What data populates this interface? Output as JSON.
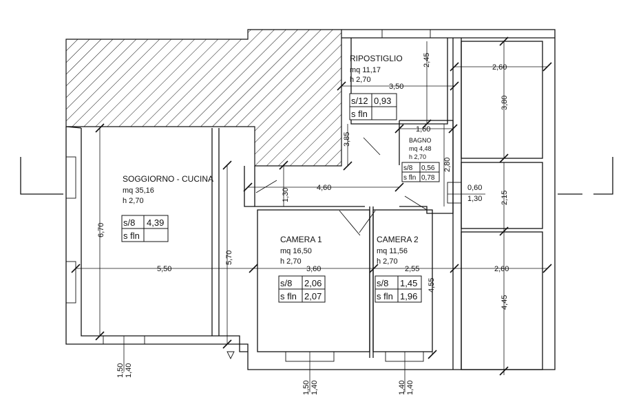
{
  "rooms": {
    "ripostiglio": {
      "name": "RIPOSTIGLIO",
      "area": "mq 11,17",
      "height": "h 2,70",
      "table": {
        "r1_label": "s/12",
        "r1_value": "0,93",
        "r2_label": "s fln",
        "r2_value": ""
      }
    },
    "bagno": {
      "name": "BAGNO",
      "area": "mq 4,48",
      "height": "h 2,70",
      "table": {
        "r1_label": "s/8",
        "r1_value": "0,56",
        "r2_label": "s fln",
        "r2_value": "0,78"
      }
    },
    "soggiorno": {
      "name": "SOGGIORNO - CUCINA",
      "area": "mq 35,16",
      "height": "h 2,70",
      "table": {
        "r1_label": "s/8",
        "r1_value": "4,39",
        "r2_label": "s fln",
        "r2_value": ""
      }
    },
    "camera1": {
      "name": "CAMERA 1",
      "area": "mq 16,50",
      "height": "h 2,70",
      "table": {
        "r1_label": "s/8",
        "r1_value": "2,06",
        "r2_label": "s fln",
        "r2_value": "2,07"
      }
    },
    "camera2": {
      "name": "CAMERA 2",
      "area": "mq 11,56",
      "height": "h 2,70",
      "table": {
        "r1_label": "s/8",
        "r1_value": "1,45",
        "r2_label": "s fln",
        "r2_value": "1,96"
      }
    }
  },
  "dimensions": {
    "rip_height": "2,45",
    "rip_width": "3,50",
    "rip_3_85": "3,85",
    "bagno_width": "1,60",
    "bagno_height": "2,80",
    "corridor": "4,60",
    "corridor_1_30": "1,30",
    "soggiorno_width": "5,50",
    "soggiorno_6_70": "6,70",
    "soggiorno_5_70": "5,70",
    "camera1_width": "3,60",
    "camera2_width": "2,55",
    "camera2_height": "4,55",
    "win_0_60": "0,60",
    "win_1_30": "1,30",
    "right_top_width": "2,60",
    "right_top_height": "3,80",
    "right_mid_height": "2,15",
    "right_bot_width": "2,60",
    "right_bot_height": "4,45",
    "win_left_a": "1,50",
    "win_left_b": "1,40",
    "win_c1_a": "1,50",
    "win_c1_b": "1,40",
    "win_c2_a": "1,40",
    "win_c2_b": "1,40"
  }
}
